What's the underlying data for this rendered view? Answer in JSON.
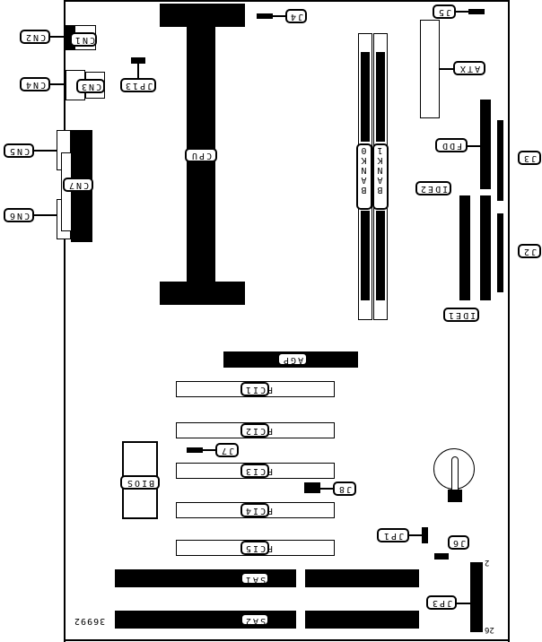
{
  "diagram": {
    "title": "Motherboard layout",
    "figure_number": "36992",
    "orientation": "rotated 180 degrees",
    "labels": {
      "cn1": "CN1",
      "cn2": "CN2",
      "cn3": "CN3",
      "cn4": "CN4",
      "cn5": "CN5",
      "cn6": "CN6",
      "cn7": "CN7",
      "jp13": "JP13",
      "j4": "J4",
      "cpu": "CPU",
      "j5": "J5",
      "atx": "ATX",
      "bank0": "BANK0",
      "bank1": "BANK1",
      "fdd": "FDD",
      "j3": "J3",
      "ide2": "IDE2",
      "ide1": "IDE1",
      "j2": "J2",
      "agp": "AGP",
      "pci1": "PCI1",
      "pci2": "PCI2",
      "pci3": "PCI3",
      "pci4": "PCI4",
      "pci5": "PCI5",
      "j7": "J7",
      "j8": "J8",
      "bios": "BIOS",
      "jp1": "JP1",
      "j6": "J6",
      "isa1": "ISA1",
      "isa2": "ISA2",
      "jp3": "JP3",
      "jp3_pin_first": "2",
      "jp3_pin_last": "26"
    }
  }
}
